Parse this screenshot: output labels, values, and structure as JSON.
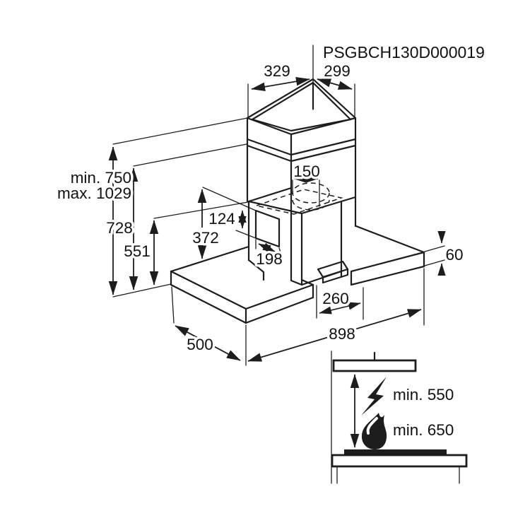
{
  "drawing": {
    "code": "PSGBCH130D000019",
    "dims": {
      "chimney_top_left": "329",
      "chimney_top_right": "299",
      "mount_height_min": "min. 750",
      "mount_height_max": "max. 1029",
      "chimney_height": "728",
      "body_height": "551",
      "duct_height": "372",
      "outlet_window_height": "124",
      "duct_diameter": "150",
      "outlet_window_width": "198",
      "canopy_thickness": "60",
      "canopy_side_offset": "260",
      "total_width": "898",
      "canopy_depth": "500"
    },
    "clearance": {
      "electric_hob": "min. 550",
      "gas_hob": "min. 650"
    }
  }
}
